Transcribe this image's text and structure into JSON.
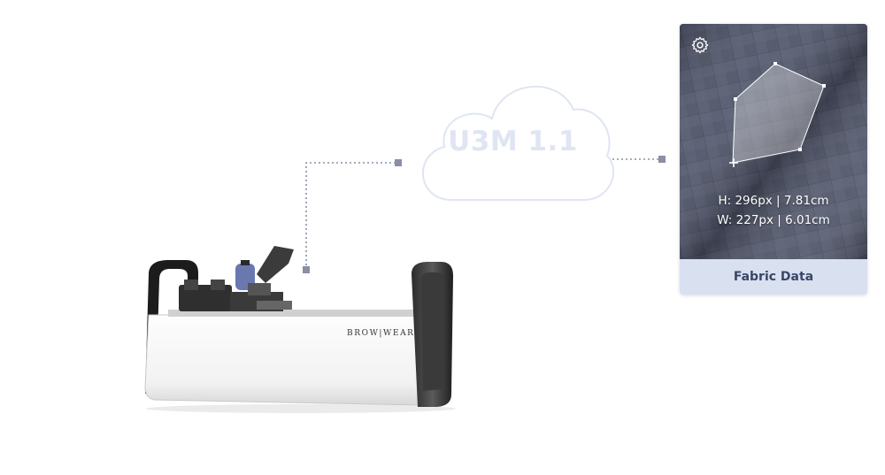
{
  "cloud": {
    "label": "U3M 1.1"
  },
  "scanner": {
    "brand": "BROW|WEAR"
  },
  "card": {
    "height_readout": "H: 296px | 7.81cm",
    "width_readout": "W: 227px | 6.01cm",
    "footer_label": "Fabric Data"
  },
  "icons": {
    "settings": "gear-icon",
    "crosshair": "crosshair-icon"
  },
  "colors": {
    "connector": "#8a8fa3",
    "cloud_outline": "#dfe5f2",
    "card_footer": "#d9e0f0",
    "card_footer_text": "#3a4666",
    "fabric": "#4a4f63"
  }
}
